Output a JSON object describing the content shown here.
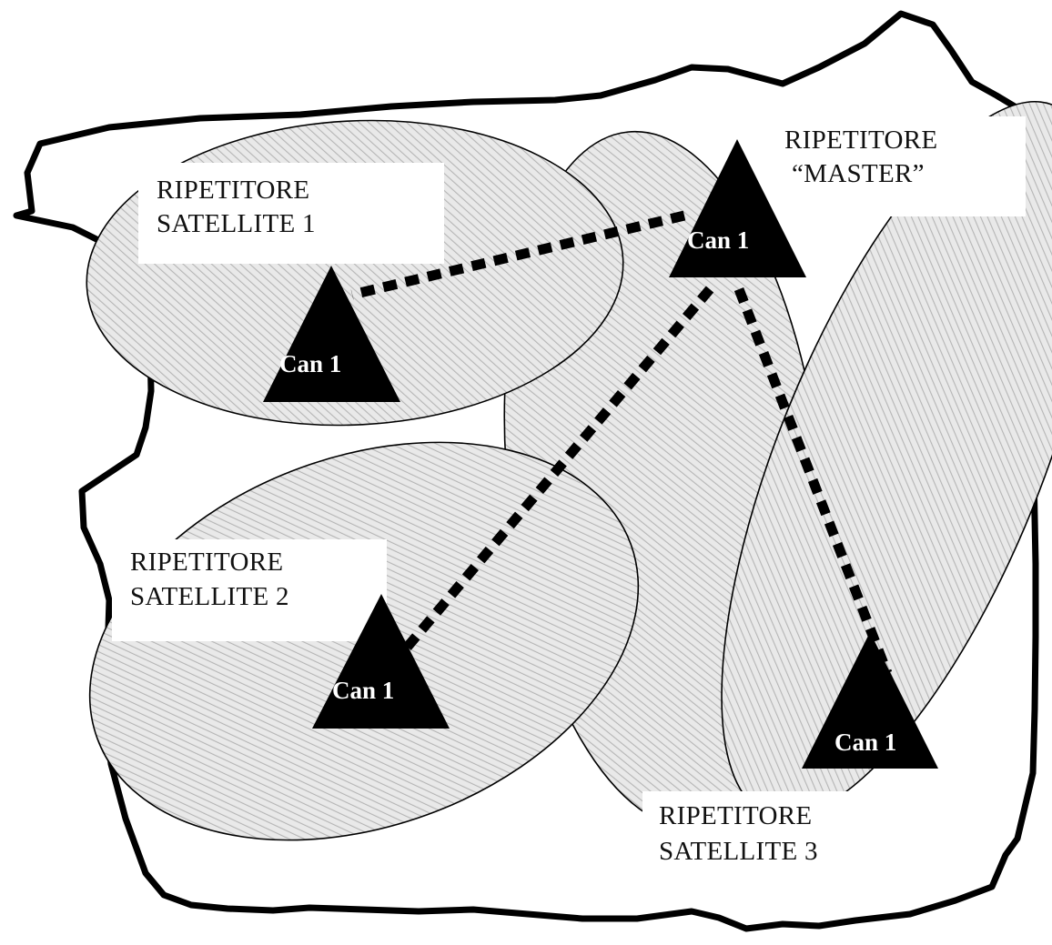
{
  "colors": {
    "background": "#ffffff",
    "outline": "#000000",
    "coverage_fill": "#e9e9e9",
    "hatch": "#b5b5b5",
    "repeater": "#000000",
    "link": "#000000"
  },
  "icons": {
    "repeater": "triangle-icon"
  },
  "labels": {
    "master": {
      "line1": "RIPETITORE",
      "line2": "“MASTER”"
    },
    "satellite1": {
      "line1": "RIPETITORE",
      "line2": "SATELLITE 1"
    },
    "satellite2": {
      "line1": "RIPETITORE",
      "line2": "SATELLITE 2"
    },
    "satellite3": {
      "line1": "RIPETITORE",
      "line2": "SATELLITE 3"
    }
  },
  "repeaters": {
    "master": {
      "channel": "Can 1"
    },
    "satellite1": {
      "channel": "Can 1"
    },
    "satellite2": {
      "channel": "Can 1"
    },
    "satellite3": {
      "channel": "Can 1"
    }
  }
}
